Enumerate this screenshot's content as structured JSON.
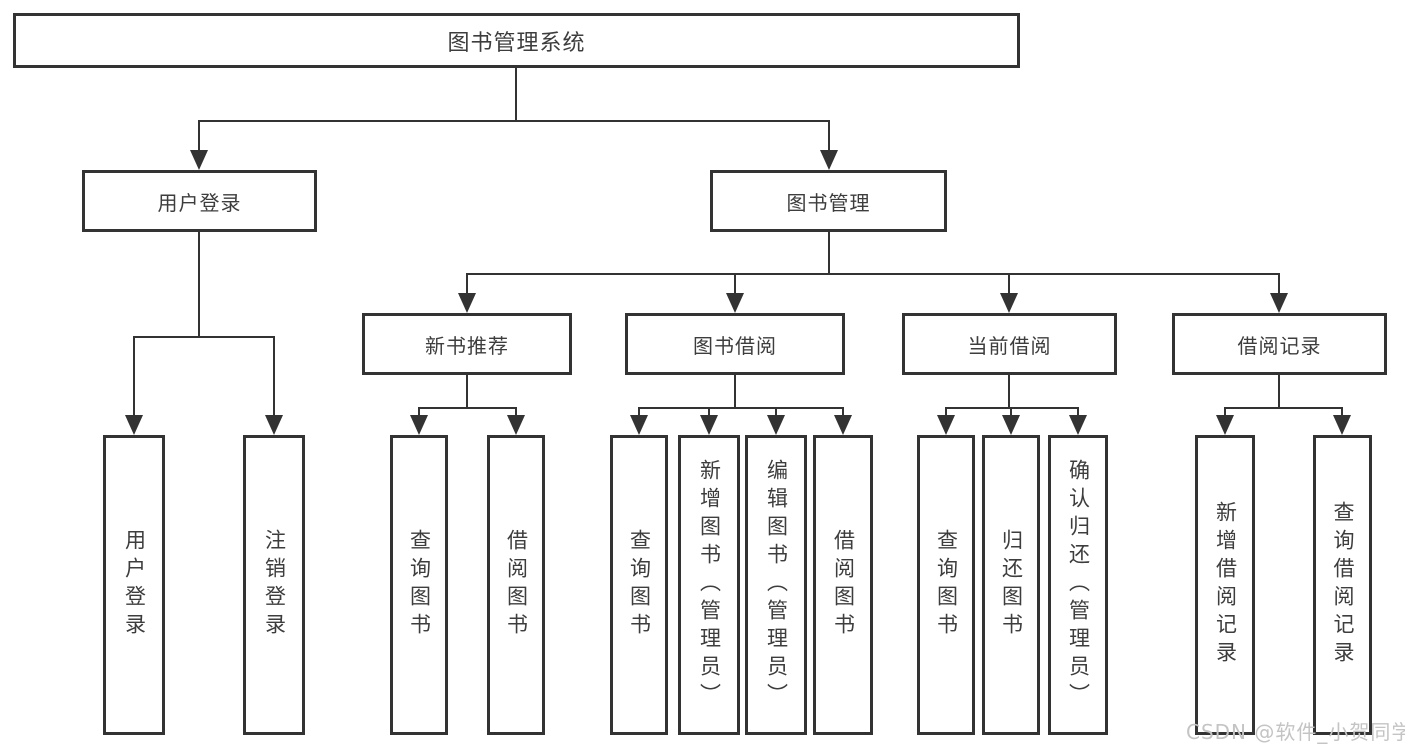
{
  "tree": {
    "label": "图书管理系统",
    "children": [
      {
        "label": "用户登录",
        "children": [
          {
            "label": "用户登录"
          },
          {
            "label": "注销登录"
          }
        ]
      },
      {
        "label": "图书管理",
        "children": [
          {
            "label": "新书推荐",
            "children": [
              {
                "label": "查询图书"
              },
              {
                "label": "借阅图书"
              }
            ]
          },
          {
            "label": "图书借阅",
            "children": [
              {
                "label": "查询图书"
              },
              {
                "label": "新增图书（管理员）"
              },
              {
                "label": "编辑图书（管理员）"
              },
              {
                "label": "借阅图书"
              }
            ]
          },
          {
            "label": "当前借阅",
            "children": [
              {
                "label": "查询图书"
              },
              {
                "label": "归还图书"
              },
              {
                "label": "确认归还（管理员）"
              }
            ]
          },
          {
            "label": "借阅记录",
            "children": [
              {
                "label": "新增借阅记录"
              },
              {
                "label": "查询借阅记录"
              }
            ]
          }
        ]
      }
    ]
  },
  "watermark": "CSDN @软件_小贺同学",
  "colors": {
    "line": "#333333",
    "text": "#3d3d3d",
    "background": "#ffffff",
    "watermark": "#c4c4c4"
  }
}
